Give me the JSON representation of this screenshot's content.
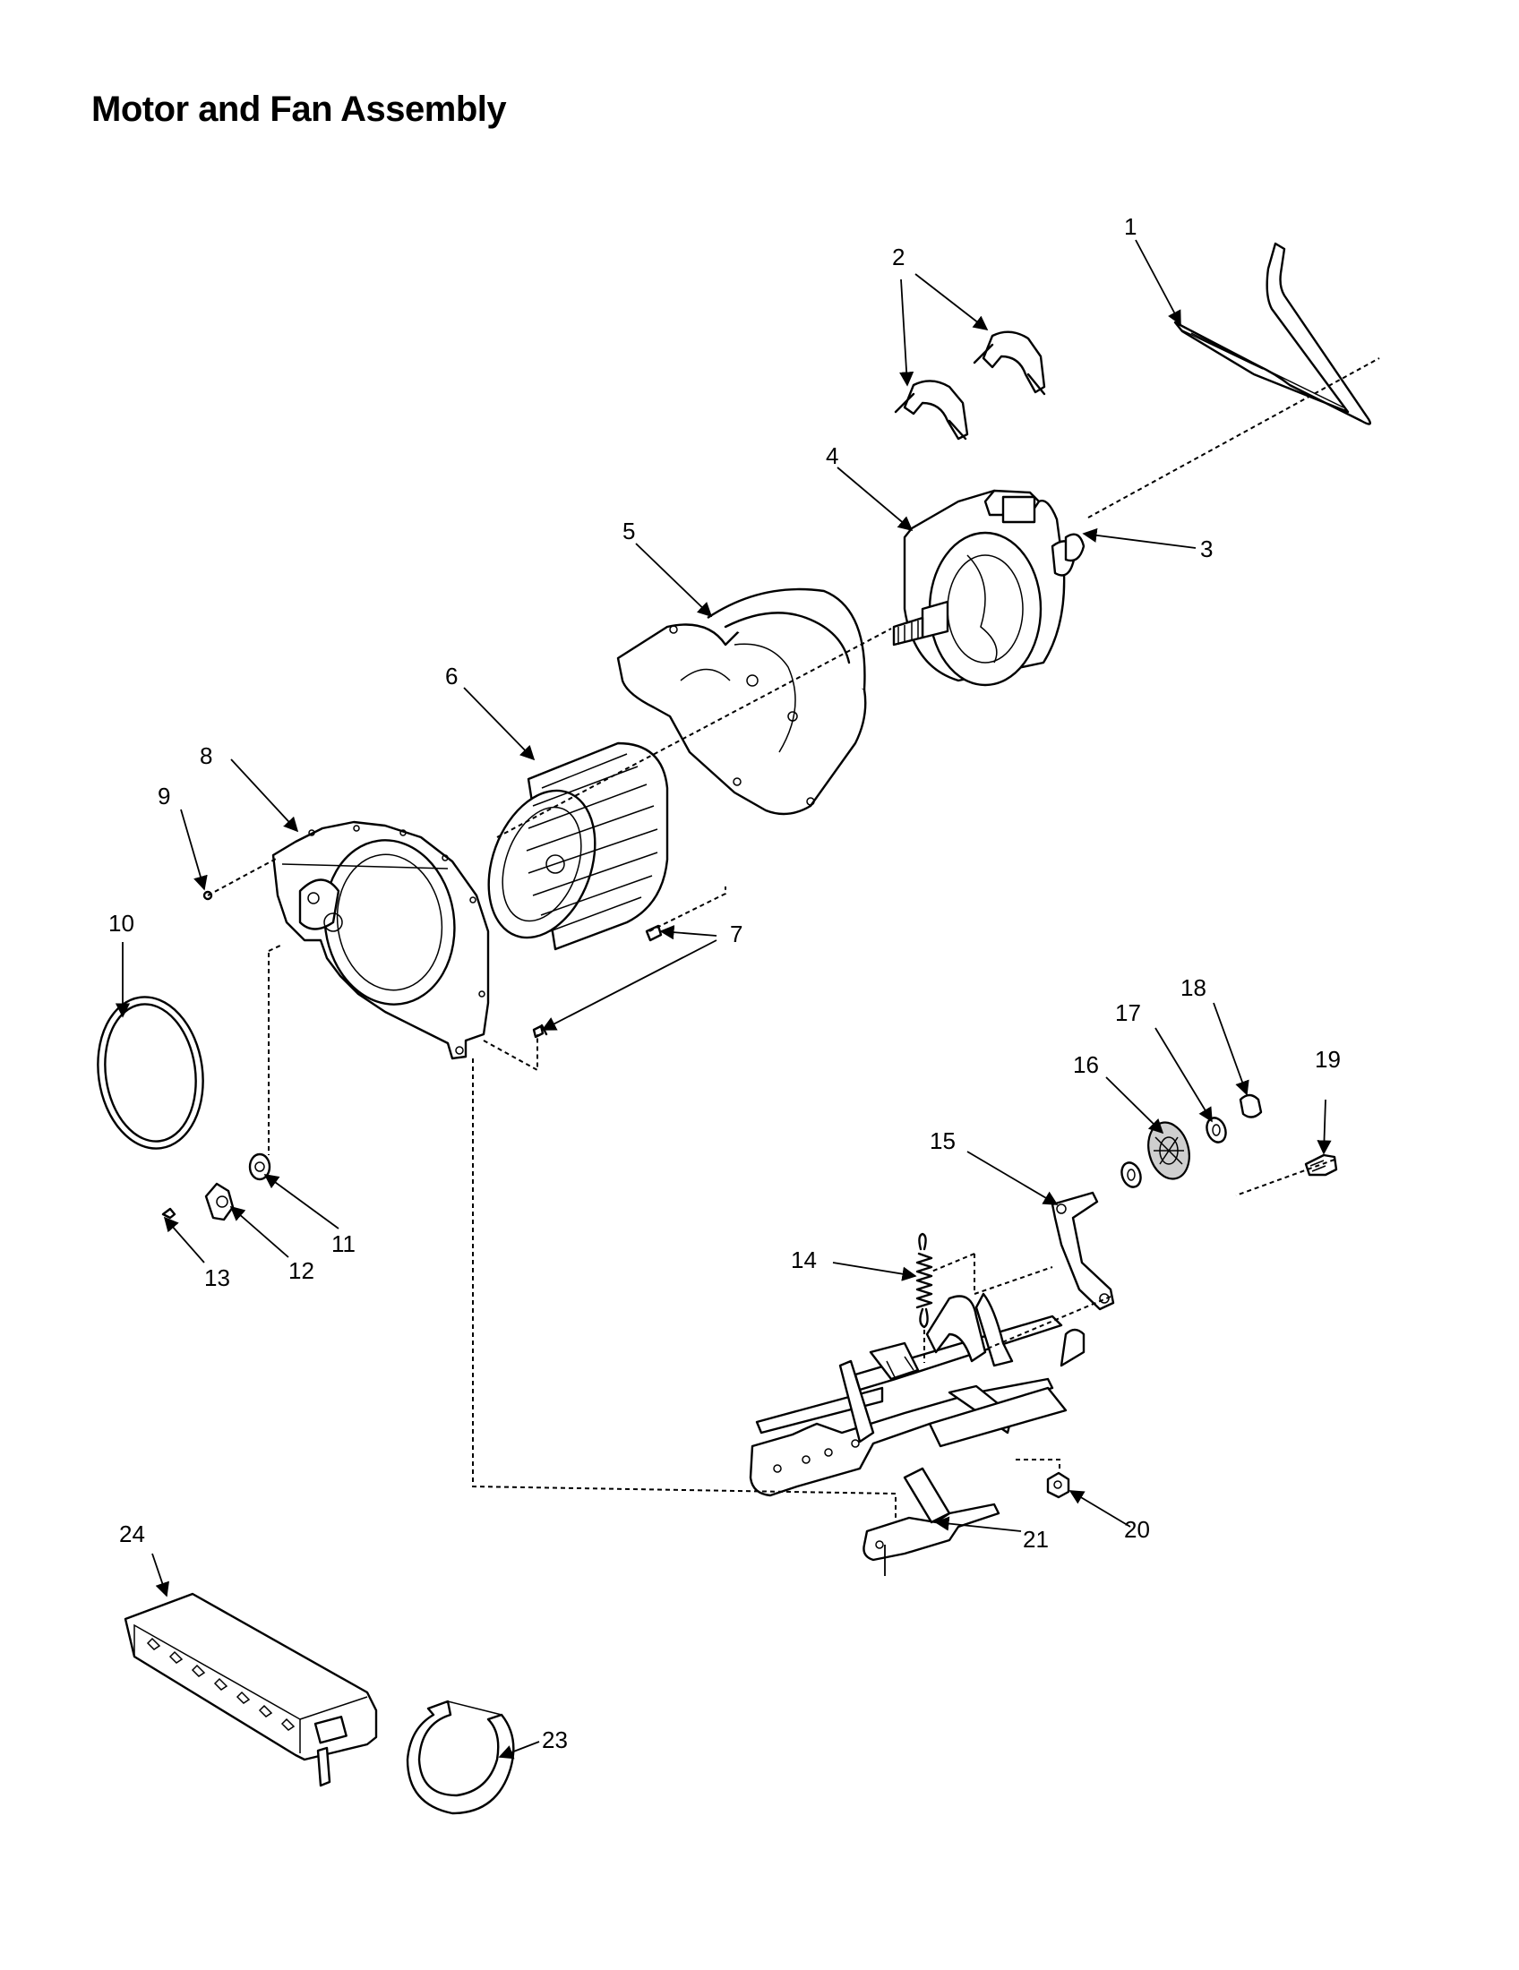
{
  "title": "Motor and Fan Assembly",
  "callouts": [
    "1",
    "2",
    "3",
    "4",
    "5",
    "6",
    "7",
    "8",
    "9",
    "10",
    "11",
    "12",
    "13",
    "14",
    "15",
    "16",
    "17",
    "18",
    "19",
    "20",
    "21",
    "23",
    "24"
  ]
}
